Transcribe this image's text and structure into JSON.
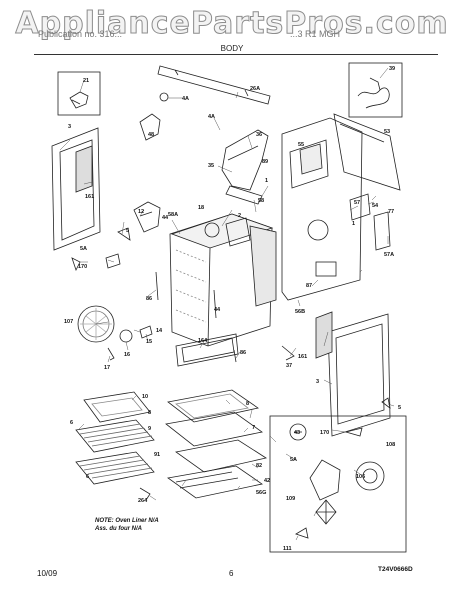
{
  "watermark": "AppliancePartsPros.com",
  "header": {
    "left": "Publication no. 316...",
    "right": "...3 R1 MGH"
  },
  "section_title": "BODY",
  "callouts": {
    "c21": "21",
    "c26a": "26A",
    "c39": "39",
    "c3a": "3",
    "c4a": "4A",
    "c4b": "4A",
    "c48": "48",
    "c36": "36",
    "c55": "55",
    "c53": "53",
    "c35": "35",
    "c89": "89",
    "c1a": "1",
    "c161a": "161",
    "c18": "18",
    "c58a": "58A",
    "c2": "2",
    "c58": "58",
    "c12": "12",
    "c44a": "44",
    "c5a": "5",
    "c5Aa": "5A",
    "c170a": "170",
    "c57": "57",
    "c77": "77",
    "c54": "54",
    "c1b": "1",
    "c57a": "57A",
    "c87": "87",
    "c56b": "56B",
    "c86a": "86",
    "c44b": "44",
    "c107": "107",
    "c14": "14",
    "c15": "15",
    "c16": "16",
    "c17": "17",
    "c164": "164",
    "c86b": "86",
    "c161b": "161",
    "c37": "37",
    "c3b": "3",
    "c10": "10",
    "c8a": "8",
    "c9": "9",
    "c6a": "6",
    "c7": "7",
    "c6b": "6",
    "c8b": "8",
    "c43": "43",
    "c5b": "5",
    "c170b": "170",
    "c108": "108",
    "c91": "91",
    "c82": "82",
    "c42": "42",
    "c56g": "56G",
    "c264": "264",
    "c5Ab": "5A",
    "c106": "106",
    "c109": "109",
    "c111": "111"
  },
  "note": {
    "line1": "NOTE: Oven Liner N/A",
    "line2": "Ass. du four N/A"
  },
  "diagram_code": "T24V0666D",
  "footer": {
    "date": "10/09",
    "page": "6"
  }
}
